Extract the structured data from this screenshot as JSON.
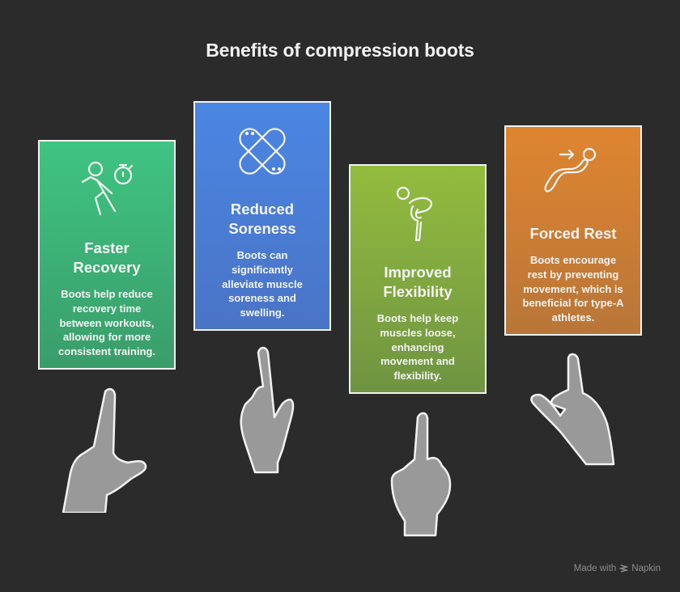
{
  "title": "Benefits of compression boots",
  "cards": [
    {
      "title_line1": "Faster",
      "title_line2": "Recovery",
      "icon": "running-stopwatch-icon",
      "color_top": "#3fc482",
      "color_bottom": "#3a9d6b",
      "desc": [
        "Boots help reduce",
        "recovery time",
        "between workouts,",
        "allowing for more",
        "consistent training."
      ]
    },
    {
      "title_line1": "Reduced",
      "title_line2": "Soreness",
      "icon": "bandage-icon",
      "color_top": "#4a86e3",
      "color_bottom": "#4a74c6",
      "desc": [
        "Boots can",
        "significantly",
        "alleviate muscle",
        "soreness and",
        "swelling."
      ]
    },
    {
      "title_line1": "Improved",
      "title_line2": "Flexibility",
      "icon": "stretching-person-icon",
      "color_top": "#93bc3e",
      "color_bottom": "#6f9442",
      "desc": [
        "Boots help keep",
        "muscles loose,",
        "enhancing",
        "movement and",
        "flexibility."
      ]
    },
    {
      "title_line1": "Forced Rest",
      "title_line2": "",
      "icon": "reclining-person-icon",
      "color_top": "#df8530",
      "color_bottom": "#b87638",
      "desc": [
        "Boots encourage",
        "rest by preventing",
        "movement, which is",
        "beneficial for type-A",
        "athletes."
      ]
    }
  ],
  "footer": {
    "made_with": "Made with",
    "brand": "Napkin"
  }
}
